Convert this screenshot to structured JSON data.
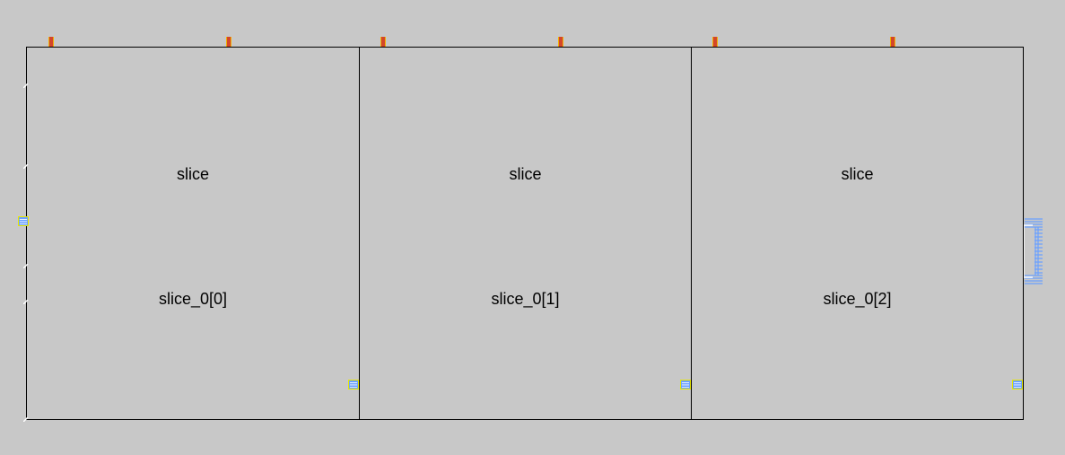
{
  "schematic": {
    "cells": [
      {
        "type": "slice",
        "instance": "slice_0[0]"
      },
      {
        "type": "slice",
        "instance": "slice_0[1]"
      },
      {
        "type": "slice",
        "instance": "slice_0[2]"
      }
    ]
  },
  "colors": {
    "background": "#c8c8c8",
    "outline": "#000000",
    "clock_pin": "#d4462a",
    "bus_pin": "#6aa0ff",
    "bus_pin_border": "#e8e800"
  }
}
